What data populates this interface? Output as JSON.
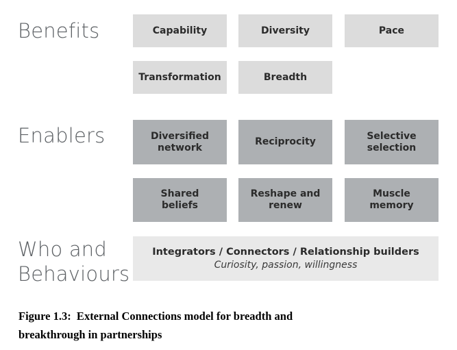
{
  "figure": {
    "colors": {
      "background": "#ffffff",
      "benefit_box": "#dcdcdc",
      "enabler_box": "#adb0b3",
      "banner_box": "#e9e9e9",
      "row_label_text": "#5b5f63",
      "box_text": "#2b2b2b",
      "caption_text": "#000000"
    },
    "rows": [
      {
        "id": "benefits",
        "label": "Benefits",
        "tone": "light",
        "items": [
          {
            "label": "Capability",
            "column": 1,
            "line": 1
          },
          {
            "label": "Diversity",
            "column": 2,
            "line": 1
          },
          {
            "label": "Pace",
            "column": 3,
            "line": 1
          },
          {
            "label": "Transformation",
            "column": 1,
            "line": 2
          },
          {
            "label": "Breadth",
            "column": 2,
            "line": 2
          }
        ]
      },
      {
        "id": "enablers",
        "label": "Enablers",
        "tone": "mid",
        "items": [
          {
            "label": "Diversified\nnetwork",
            "column": 1,
            "line": 1
          },
          {
            "label": "Reciprocity",
            "column": 2,
            "line": 1
          },
          {
            "label": "Selective\nselection",
            "column": 3,
            "line": 1
          },
          {
            "label": "Shared\nbeliefs",
            "column": 1,
            "line": 2
          },
          {
            "label": "Reshape and\nrenew",
            "column": 2,
            "line": 2
          },
          {
            "label": "Muscle\nmemory",
            "column": 3,
            "line": 2
          }
        ]
      },
      {
        "id": "who-and-behaviours",
        "label": "Who and\nBehaviours",
        "tone": "banner",
        "banner": {
          "primary": "Integrators / Connectors / Relationship builders",
          "secondary": "Curiosity, passion, willingness"
        }
      }
    ],
    "caption": {
      "line1": "Figure 1.3:  External Connections model for breadth and",
      "line2": "breakthrough in partnerships"
    }
  }
}
